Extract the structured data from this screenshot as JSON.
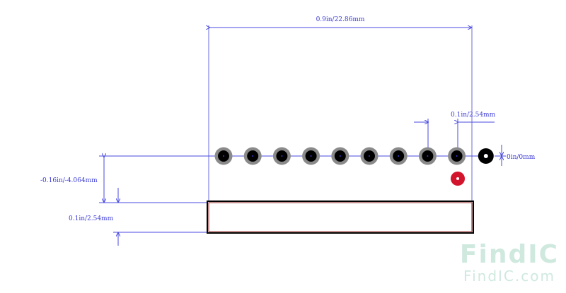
{
  "dimensions": {
    "overall_width": "0.9in/22.86mm",
    "pin_pitch": "0.1in/2.54mm",
    "pin_zero_offset": "0in/0mm",
    "pin_row_to_body": "-0.16in/-4.064mm",
    "body_height": "0.1in/2.54mm"
  },
  "pins": {
    "count": 10,
    "pin1_marker": "1"
  },
  "colors": {
    "dimension_line": "#4a4ae0",
    "body_outline": "#000000",
    "body_accent": "#8b1c1c",
    "pad_ring": "#8a8a8a",
    "pad_hole": "#000000",
    "origin_marker": "#d2142d"
  },
  "watermark": {
    "brand": "FindIC",
    "site": "FindIC.com"
  }
}
